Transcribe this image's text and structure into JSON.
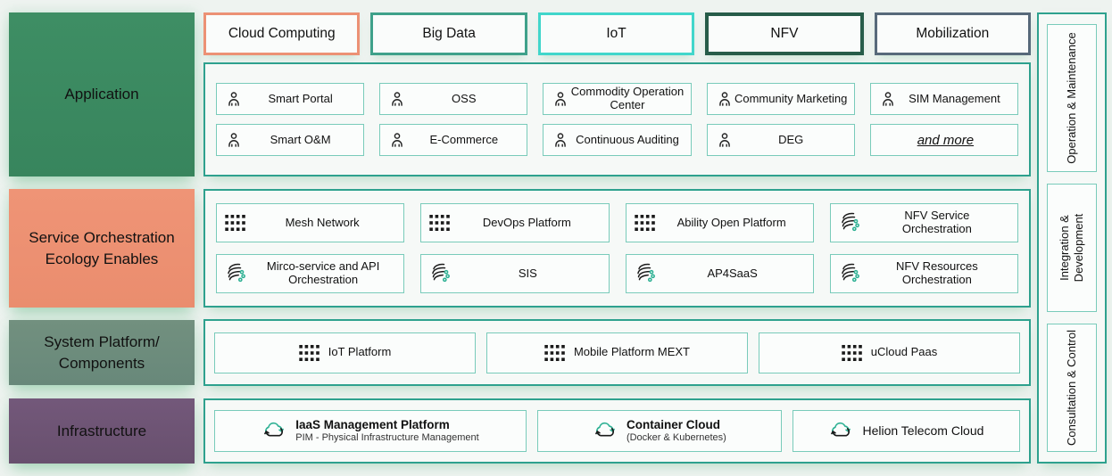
{
  "layers": [
    {
      "label": "Application",
      "color": "#3b8a61"
    },
    {
      "label": "Service Orchestration Ecology Enables",
      "color": "#ec9173"
    },
    {
      "label": "System Platform/ Components",
      "color": "#6e8d7d"
    },
    {
      "label": "Infrastructure",
      "color": "#6f5574"
    }
  ],
  "categories": [
    {
      "label": "Cloud Computing",
      "border_color": "#ec9175"
    },
    {
      "label": "Big Data",
      "border_color": "#3fa18a"
    },
    {
      "label": "IoT",
      "border_color": "#41d6cb"
    },
    {
      "label": "NFV",
      "border_color": "#275c49"
    },
    {
      "label": "Mobilization",
      "border_color": "#57697a"
    }
  ],
  "application": {
    "items": [
      {
        "label": "Smart Portal",
        "icon": "user-icon"
      },
      {
        "label": "OSS",
        "icon": "user-icon"
      },
      {
        "label": "Commodity Operation Center",
        "icon": "user-icon"
      },
      {
        "label": "Community Marketing",
        "icon": "user-icon"
      },
      {
        "label": "SIM Management",
        "icon": "user-icon"
      },
      {
        "label": "Smart O&M",
        "icon": "user-icon"
      },
      {
        "label": "E-Commerce",
        "icon": "user-icon"
      },
      {
        "label": "Continuous Auditing",
        "icon": "user-icon"
      },
      {
        "label": "DEG",
        "icon": "user-icon"
      },
      {
        "label": "and more",
        "icon": "none"
      }
    ]
  },
  "service_orchestration": {
    "items": [
      {
        "label": "Mesh Network",
        "icon": "grid-icon"
      },
      {
        "label": "DevOps Platform",
        "icon": "grid-icon"
      },
      {
        "label": "Ability Open Platform",
        "icon": "grid-icon"
      },
      {
        "label": "NFV Service Orchestration",
        "icon": "orchestration-wave-icon"
      },
      {
        "label": "Mirco-service and API Orchestration",
        "icon": "orchestration-wave-icon"
      },
      {
        "label": "SIS",
        "icon": "orchestration-wave-icon"
      },
      {
        "label": "AP4SaaS",
        "icon": "orchestration-wave-icon"
      },
      {
        "label": "NFV Resources Orchestration",
        "icon": "orchestration-wave-icon"
      }
    ]
  },
  "system_platform": {
    "items": [
      {
        "label": "IoT Platform",
        "icon": "grid-icon"
      },
      {
        "label": "Mobile Platform MEXT",
        "icon": "grid-icon"
      },
      {
        "label": "uCloud Paas",
        "icon": "grid-icon"
      }
    ]
  },
  "infrastructure": {
    "items": [
      {
        "label": "IaaS Management Platform",
        "sub": "PIM - Physical Infrastructure Management",
        "icon": "cloud-sync-icon"
      },
      {
        "label": "Container Cloud",
        "sub": "(Docker & Kubernetes)",
        "icon": "cloud-sync-icon"
      },
      {
        "label": "Helion Telecom Cloud",
        "sub": "",
        "icon": "cloud-sync-icon"
      }
    ]
  },
  "side_panel": {
    "items": [
      {
        "label": "Operation & Maintenance"
      },
      {
        "label": "Integration & Development"
      },
      {
        "label": "Consultation & Control"
      }
    ]
  },
  "colors": {
    "background": "#eef3f0",
    "panel_border_teal": "#2ea18e",
    "inner_box_border_teal": "#79cbba",
    "icon_green": "#2db093",
    "glow_green": "#78c396"
  }
}
